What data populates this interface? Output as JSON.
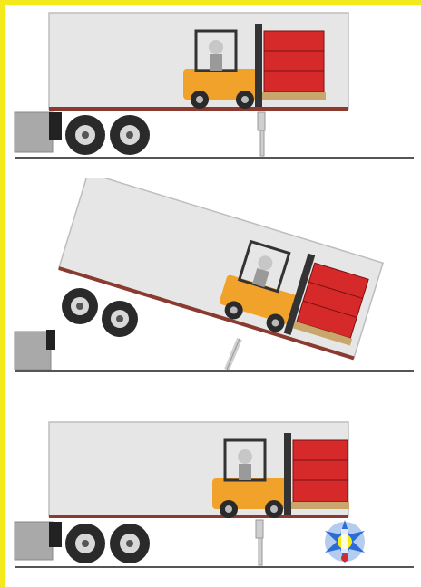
{
  "colors": {
    "frame": "#f4ea1b",
    "trailer_body": "#e6e6e6",
    "trailer_outline": "#bdbdbd",
    "trailer_floor": "#8a3a2f",
    "ground": "#555555",
    "tire": "#2a2a2a",
    "forklift_yellow": "#f0a22a",
    "pallet_load": "#d62a2a",
    "pallet_wood": "#c9a66b",
    "mast": "#333333",
    "spark": "#2b6cd6"
  },
  "icons": {
    "panel_1": [
      "trailer",
      "forklift",
      "pallet-load",
      "landing-gear-stand"
    ],
    "panel_2": [
      "tipping-trailer",
      "forklift",
      "pallet-load",
      "collapsed-stand"
    ],
    "panel_3": [
      "trailer",
      "forklift",
      "pallet-load",
      "landing-gear-stand",
      "warning-light"
    ]
  }
}
